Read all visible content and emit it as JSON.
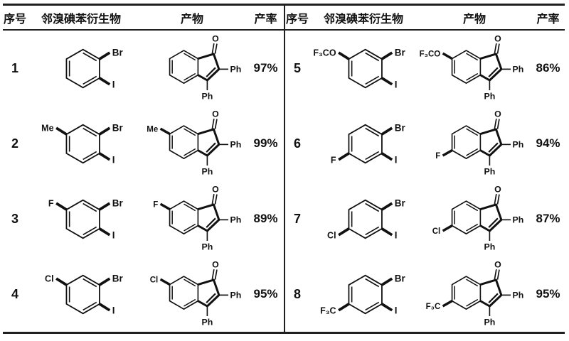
{
  "table": {
    "headers": [
      "序号",
      "邻溴碘苯衍生物",
      "产物",
      "产率"
    ],
    "atom_labels": {
      "br": "Br",
      "i": "I",
      "o": "O",
      "ph": "Ph"
    },
    "rows": [
      {
        "num": "1",
        "substituent": "",
        "sub_position": "none",
        "yield": "97%"
      },
      {
        "num": "2",
        "substituent": "Me",
        "sub_position": "top",
        "yield": "99%"
      },
      {
        "num": "3",
        "substituent": "F",
        "sub_position": "top",
        "yield": "89%"
      },
      {
        "num": "4",
        "substituent": "Cl",
        "sub_position": "top",
        "yield": "95%"
      },
      {
        "num": "5",
        "substituent": "F₃CO",
        "sub_position": "top",
        "yield": "86%"
      },
      {
        "num": "6",
        "substituent": "F",
        "sub_position": "bottom",
        "yield": "94%"
      },
      {
        "num": "7",
        "substituent": "Cl",
        "sub_position": "bottom",
        "yield": "87%"
      },
      {
        "num": "8",
        "substituent": "F₃C",
        "sub_position": "bottom",
        "yield": "95%"
      }
    ]
  },
  "colors": {
    "ink": "#111111",
    "background": "#ffffff",
    "rule": "#1f1f1f"
  }
}
